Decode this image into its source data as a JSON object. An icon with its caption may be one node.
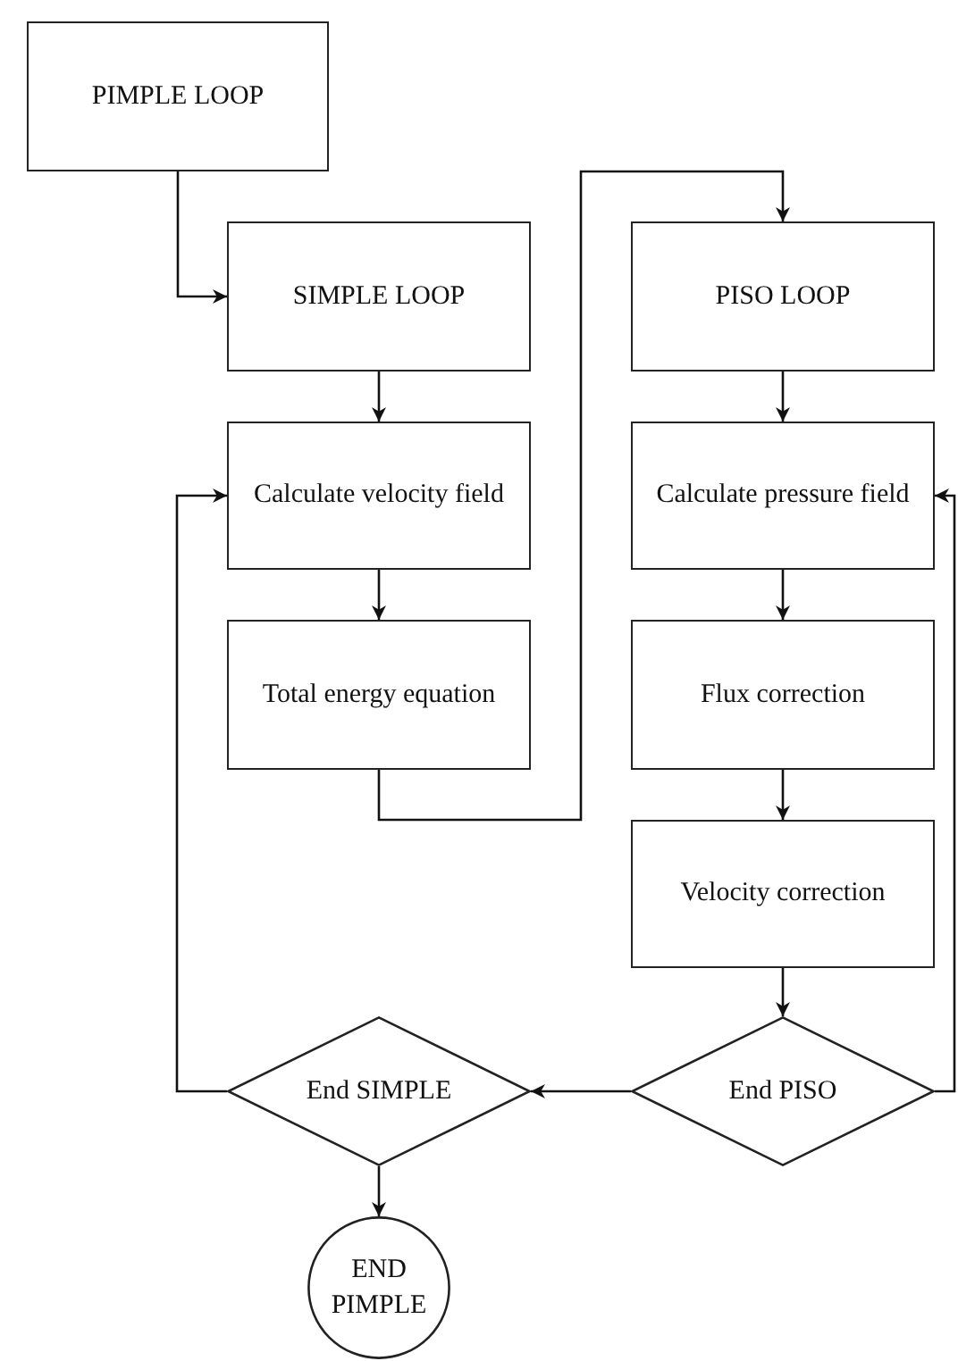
{
  "diagram": {
    "nodes": [
      {
        "text": [
          "PIMPLE LOOP"
        ]
      },
      {
        "text": [
          "SIMPLE LOOP"
        ]
      },
      {
        "text": [
          "PISO LOOP"
        ]
      },
      {
        "text": [
          "Calculate velocity field"
        ]
      },
      {
        "text": [
          "Calculate pressure field"
        ]
      },
      {
        "text": [
          "Total energy equation"
        ]
      },
      {
        "text": [
          "Flux correction"
        ]
      },
      {
        "text": [
          "Velocity correction"
        ]
      },
      {
        "text": [
          "End SIMPLE"
        ]
      },
      {
        "text": [
          "End PISO"
        ]
      },
      {
        "text": [
          "END PIMPLE"
        ]
      }
    ],
    "edges": [
      {
        "from": 0,
        "to": 1,
        "arrow": "to"
      },
      {
        "from": 1,
        "to": 3,
        "arrow": "to"
      },
      {
        "from": 3,
        "to": 5,
        "arrow": "to"
      },
      {
        "from": 5,
        "to": 2,
        "arrow": "to"
      },
      {
        "from": 2,
        "to": 4,
        "arrow": "to"
      },
      {
        "from": 4,
        "to": 6,
        "arrow": "to"
      },
      {
        "from": 6,
        "to": 7,
        "arrow": "to"
      },
      {
        "from": 7,
        "to": 9,
        "arrow": "to"
      },
      {
        "from": 9,
        "to": 8,
        "arrow": "to"
      },
      {
        "from": 9,
        "to": 4,
        "arrow": "to"
      },
      {
        "from": 8,
        "to": 3,
        "arrow": "to"
      },
      {
        "from": 8,
        "to": 10,
        "arrow": "to"
      }
    ]
  }
}
